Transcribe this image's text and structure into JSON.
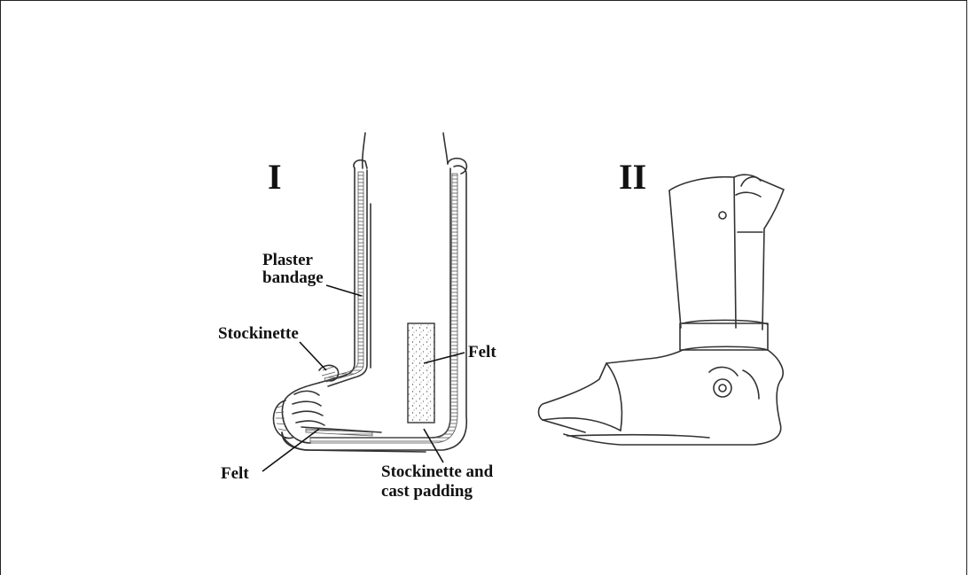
{
  "figure": {
    "panel_one_label": "I",
    "panel_two_label": "II",
    "callouts": {
      "plaster_line1": "Plaster",
      "plaster_line2": "bandage",
      "stockinette": "Stockinette",
      "felt_right": "Felt",
      "felt_left": "Felt",
      "stockinette_padding_line1": "Stockinette and",
      "stockinette_padding_line2": "cast padding"
    }
  }
}
